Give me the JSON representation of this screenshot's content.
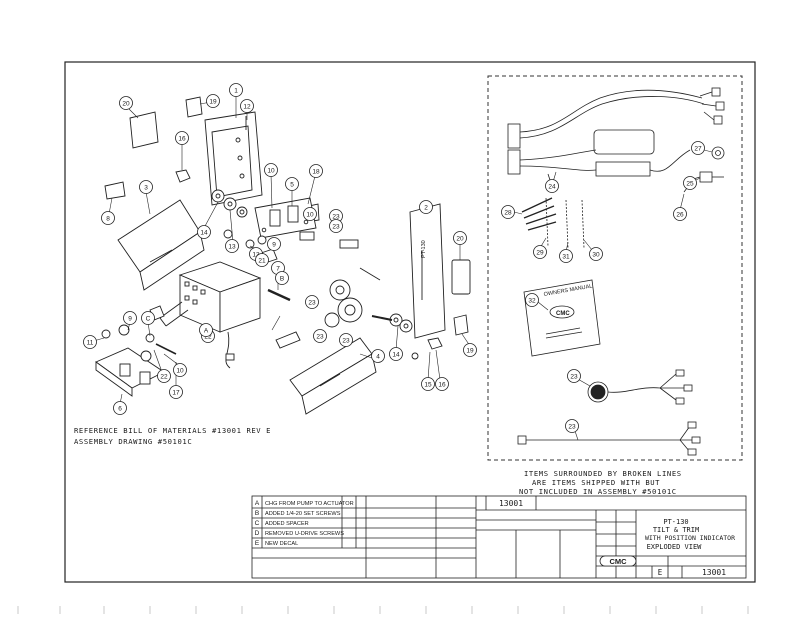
{
  "drawing": {
    "callouts": [
      "20",
      "19",
      "1",
      "12",
      "16",
      "18",
      "3",
      "8",
      "10",
      "5",
      "10",
      "14",
      "13",
      "13",
      "9",
      "2",
      "20",
      "21",
      "22",
      "23",
      "23",
      "23",
      "23",
      "23",
      "7",
      "B",
      "A",
      "9",
      "C",
      "11",
      "22",
      "17",
      "10",
      "6",
      "14",
      "15",
      "16",
      "4",
      "19",
      "24",
      "27",
      "25",
      "26",
      "28",
      "29",
      "31",
      "30",
      "32",
      "23",
      "23"
    ],
    "owners_manual_label": "OWNERS MANUAL",
    "owners_manual_brand": "CMC",
    "tilt_cylinder_label": "PT-130"
  },
  "notes": {
    "reference_line1": "REFERENCE BILL OF MATERIALS #13001 REV E",
    "reference_line2": "ASSEMBLY DRAWING #50101C",
    "shipped_line1": "ITEMS SURROUNDED BY BROKEN LINES",
    "shipped_line2": "ARE ITEMS SHIPPED WITH BUT",
    "shipped_line3": "NOT INCLUDED IN ASSEMBLY #50101C"
  },
  "title_block": {
    "revisions": [
      {
        "letter": "A",
        "description": "CHG FROM PUMP TO ACTUATOR"
      },
      {
        "letter": "B",
        "description": "ADDED 1/4-20 SET SCREWS"
      },
      {
        "letter": "C",
        "description": "ADDED SPACER"
      },
      {
        "letter": "D",
        "description": "REMOVED U-DRIVE SCREWS"
      },
      {
        "letter": "E",
        "description": "NEW DECAL"
      }
    ],
    "part_number": "13001",
    "title_line1": "PT-130",
    "title_line2": "TILT & TRIM",
    "title_line3": "WITH POSITION INDICATOR",
    "title_line4": "EXPLODED VIEW",
    "logo_text": "CMC",
    "rev_letter": "E",
    "drawing_number": "13001"
  }
}
